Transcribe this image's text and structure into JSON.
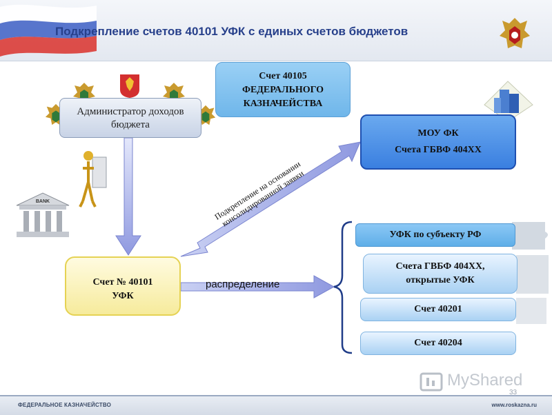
{
  "header": {
    "title": "Подкрепление счетов 40101 УФК  с единых счетов бюджетов"
  },
  "nodes": {
    "admin": "Администратор доходов бюджета",
    "account_40105": [
      "Счет 40105",
      "ФЕДЕРАЛЬНОГО",
      "КАЗНАЧЕЙСТВА"
    ],
    "mou": [
      "МОУ ФК",
      "Счета ГБВФ 404ХХ"
    ],
    "account_40101": [
      "Счет № 40101",
      "УФК"
    ],
    "ufk_subject": "УФК по субъекту РФ",
    "gvbf": [
      "Счета ГВБФ 404ХХ,",
      "открытые УФК"
    ],
    "account_40201": "Счет 40201",
    "account_40204": "Счет 40204"
  },
  "edges": {
    "distribution_label": "распределение",
    "reinforcement_label": [
      "Подкрепление на основании",
      "консолидированной заявки"
    ]
  },
  "icons": {
    "bank_label": "BANK"
  },
  "footer": {
    "left": "ФЕДЕРАЛЬНОЕ КАЗНАЧЕЙСТВО",
    "right": "www.roskazna.ru",
    "page": "33"
  },
  "watermark": "MyShared",
  "colors": {
    "title": "#27408b",
    "mou_border": "#1e4fb0",
    "account_40101_fill": "#f6eb9c",
    "arrow": "#9fa8e6"
  }
}
